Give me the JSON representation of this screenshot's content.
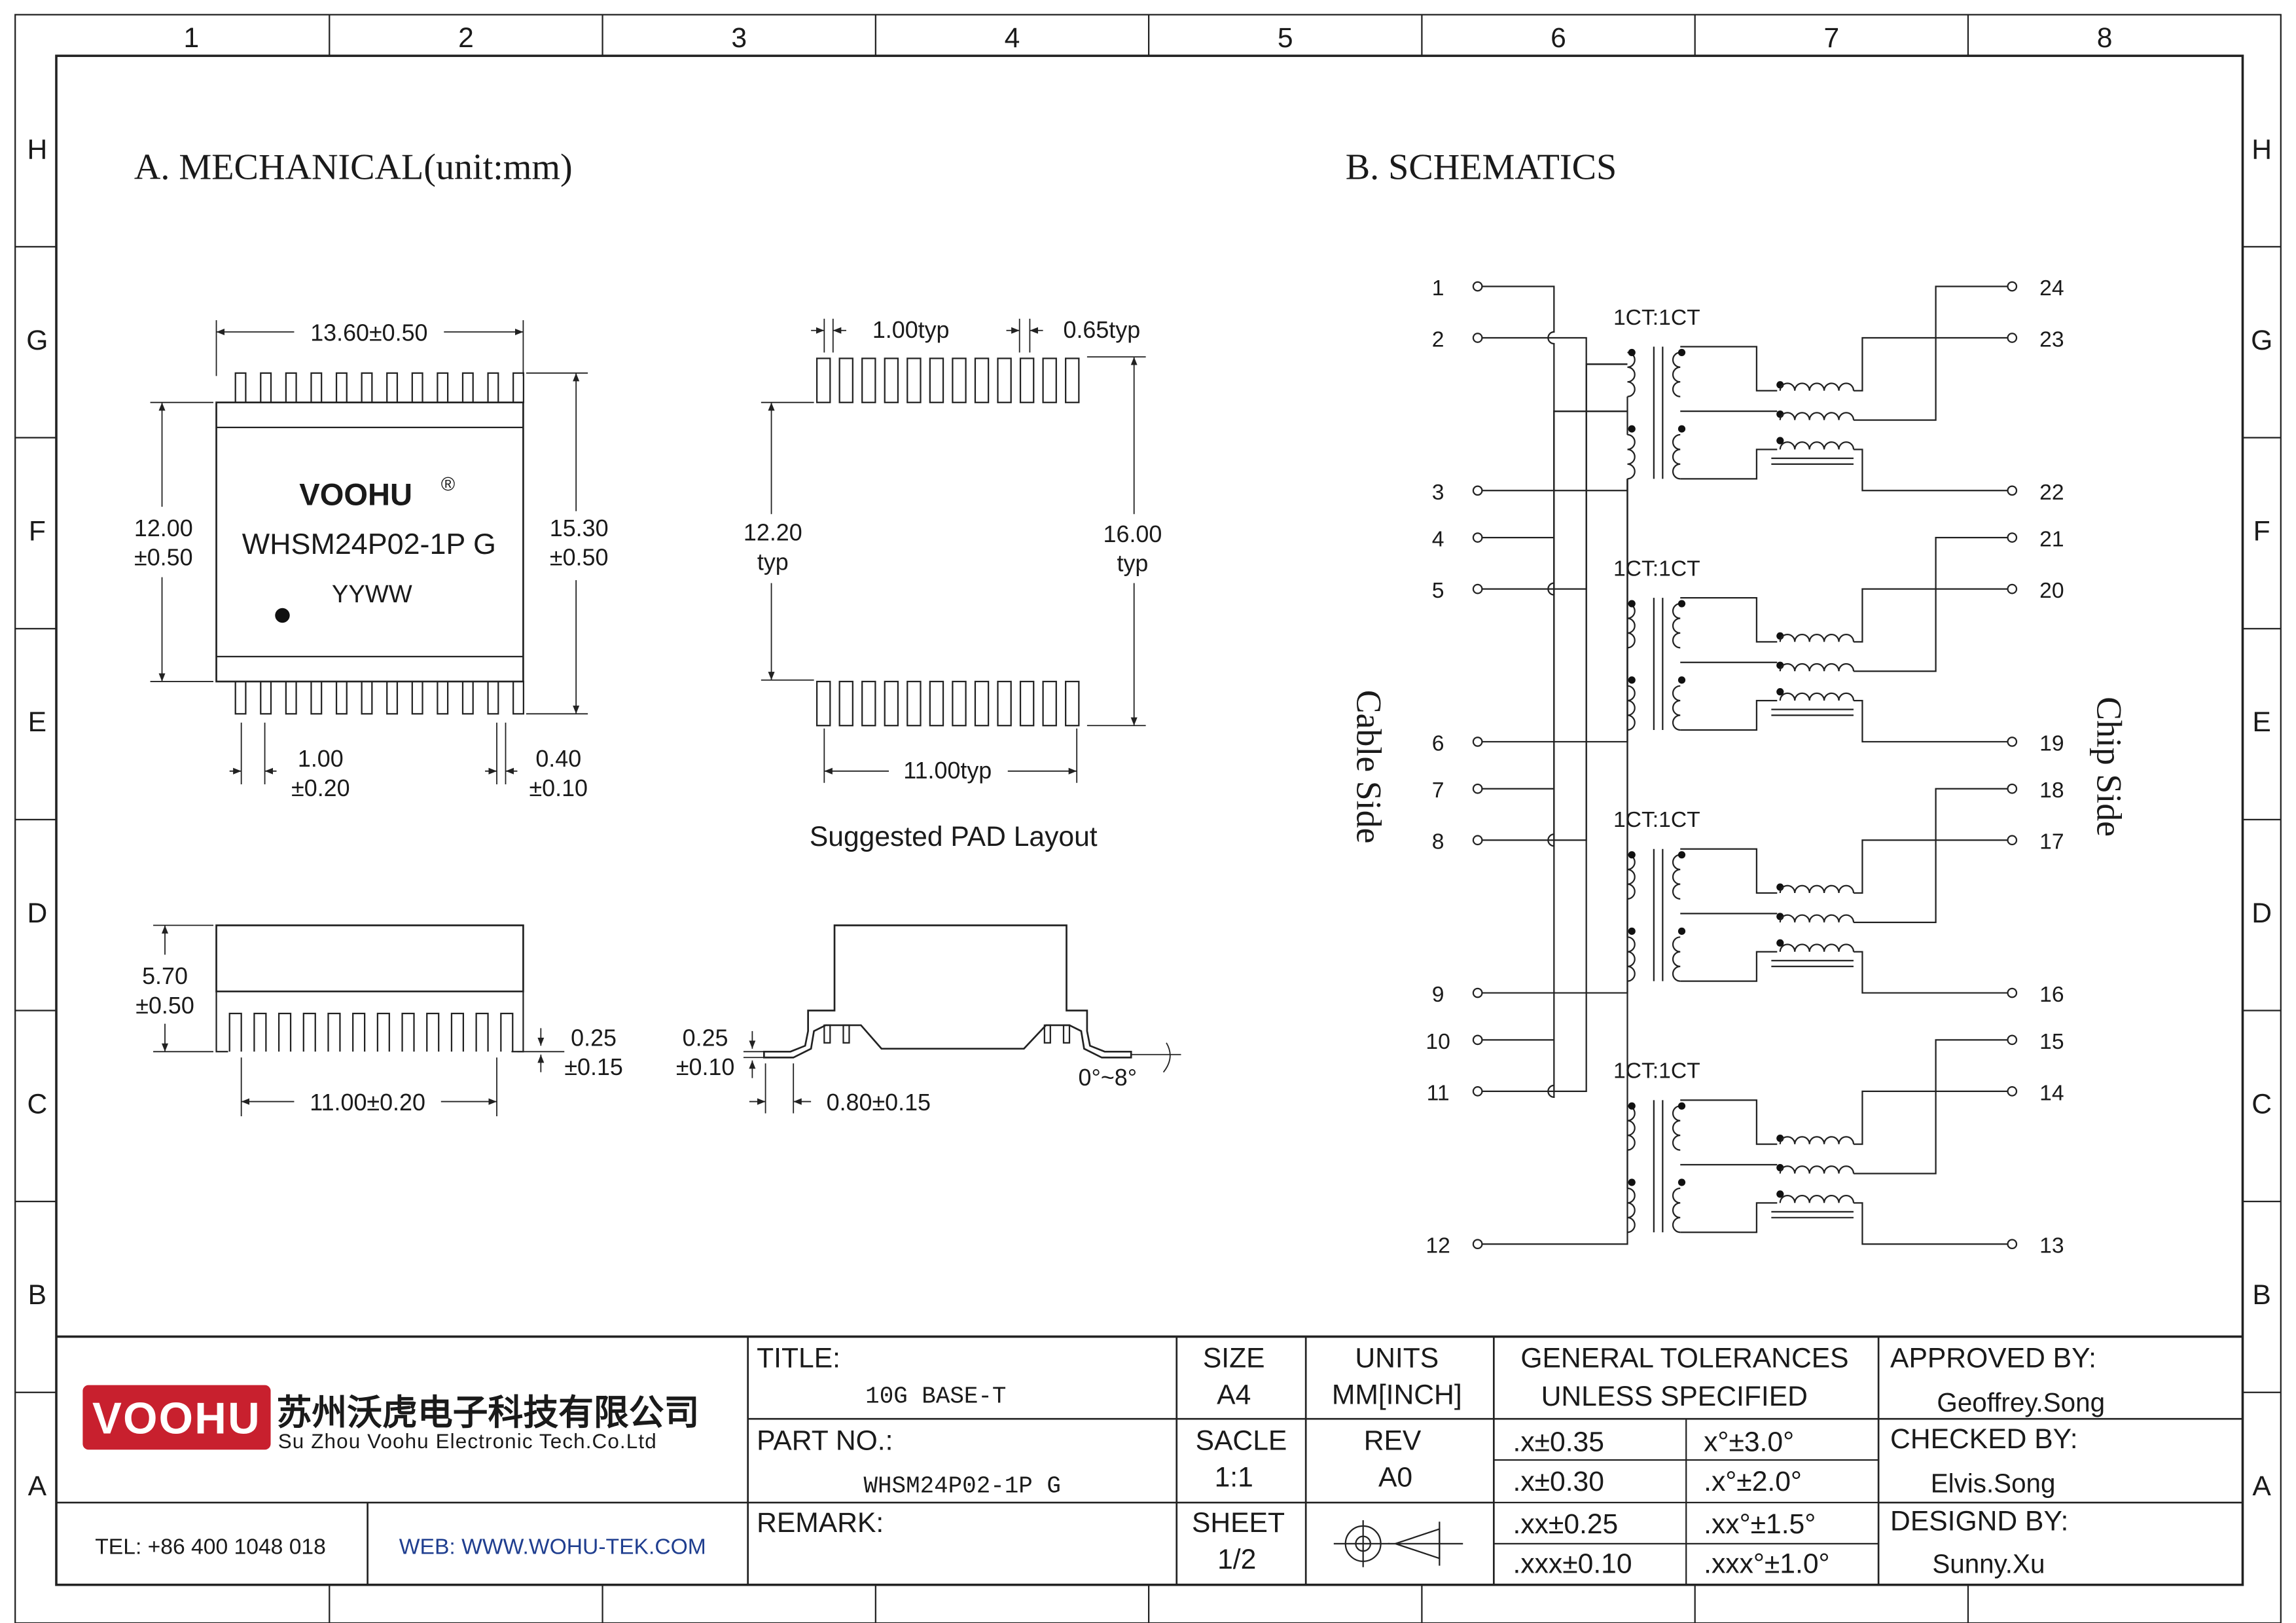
{
  "frame": {
    "columns": [
      "1",
      "2",
      "3",
      "4",
      "5",
      "6",
      "7",
      "8"
    ],
    "rows": [
      "H",
      "G",
      "F",
      "E",
      "D",
      "C",
      "B",
      "A"
    ]
  },
  "mechanical": {
    "heading": "A. MECHANICAL(unit:mm)",
    "top_view": {
      "brand": "VOOHU",
      "registered": "®",
      "part_marking": "WHSM24P02-1P G",
      "date_code": "YYWW",
      "width_dim": "13.60±0.50",
      "body_height_value": "12.00",
      "body_height_tol": "±0.50",
      "overall_height_value": "15.30",
      "overall_height_tol": "±0.50",
      "lead_pitch_value": "1.00",
      "lead_pitch_tol": "±0.20",
      "lead_width_value": "0.40",
      "lead_width_tol": "±0.10",
      "pin_count_per_side": 12
    },
    "pad_layout": {
      "pad_pitch": "1.00typ",
      "pad_width": "0.65typ",
      "inner_value": "12.20",
      "inner_unit": "typ",
      "outer_value": "16.00",
      "outer_unit": "typ",
      "span": "11.00typ",
      "caption": "Suggested PAD Layout"
    },
    "side_view": {
      "height_value": "5.70",
      "height_tol": "±0.50",
      "standoff_value": "0.25",
      "standoff_tol": "±0.15",
      "span": "11.00±0.20"
    },
    "end_view": {
      "lead_thk_value": "0.25",
      "lead_thk_tol": "±0.10",
      "foot_length": "0.80±0.15",
      "foot_angle": "0°~8°"
    }
  },
  "schematics": {
    "heading": "B. SCHEMATICS",
    "left_side_label": "Cable Side",
    "right_side_label": "Chip Side",
    "channels": [
      {
        "ratio": "1CT:1CT",
        "left_pins": [
          "1",
          "2",
          "3"
        ],
        "right_pins": [
          "24",
          "23",
          "22"
        ]
      },
      {
        "ratio": "1CT:1CT",
        "left_pins": [
          "4",
          "5",
          "6"
        ],
        "right_pins": [
          "21",
          "20",
          "19"
        ]
      },
      {
        "ratio": "1CT:1CT",
        "left_pins": [
          "7",
          "8",
          "9"
        ],
        "right_pins": [
          "18",
          "17",
          "16"
        ]
      },
      {
        "ratio": "1CT:1CT",
        "left_pins": [
          "10",
          "11",
          "12"
        ],
        "right_pins": [
          "15",
          "14",
          "13"
        ]
      }
    ]
  },
  "title_block": {
    "company_cn": "苏州沃虎电子科技有限公司",
    "company_en": "Su Zhou Voohu Electronic Tech.Co.Ltd",
    "logo_text": "VOOHU",
    "tel": "TEL: +86 400 1048 018",
    "web": "WEB: WWW.WOHU-TEK.COM",
    "title_label": "TITLE:",
    "title_value": "10G BASE-T",
    "part_label": "PART NO.:",
    "part_value": "WHSM24P02-1P G",
    "remark_label": "REMARK:",
    "size_label": "SIZE",
    "size_value": "A4",
    "units_label": "UNITS",
    "units_value": "MM[INCH]",
    "scale_label": "SACLE",
    "scale_value": "1:1",
    "rev_label": "REV",
    "rev_value": "A0",
    "sheet_label": "SHEET",
    "sheet_value": "1/2",
    "tol_header_1": "GENERAL TOLERANCES",
    "tol_header_2": "UNLESS SPECIFIED",
    "tolerances": [
      [
        ".x±0.35",
        "x°±3.0°"
      ],
      [
        ".x±0.30",
        ".x°±2.0°"
      ],
      [
        ".xx±0.25",
        ".xx°±1.5°"
      ],
      [
        ".xxx±0.10",
        ".xxx°±1.0°"
      ]
    ],
    "approved_label": "APPROVED BY:",
    "approved_value": "Geoffrey.Song",
    "checked_label": "CHECKED BY:",
    "checked_value": "Elvis.Song",
    "designed_label": "DESIGND BY:",
    "designed_value": "Sunny.Xu"
  }
}
